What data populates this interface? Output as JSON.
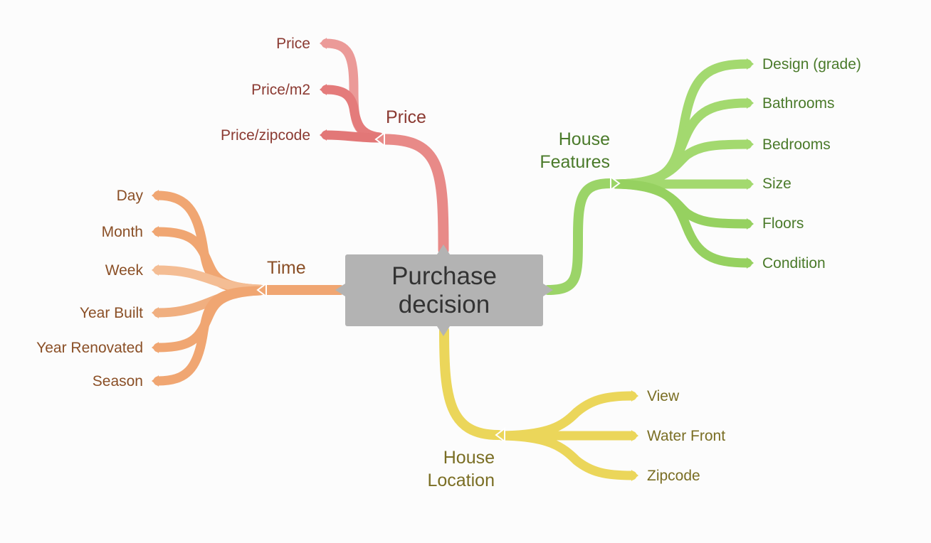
{
  "center": {
    "label_line1": "Purchase",
    "label_line2": "decision",
    "color": "#b3b3b3"
  },
  "branches": {
    "price": {
      "label": "Price",
      "color": "#e88a88",
      "text_color": "#8b3a32",
      "children": [
        "Price",
        "Price/m2",
        "Price/zipcode"
      ]
    },
    "time": {
      "label": "Time",
      "color": "#f0a672",
      "text_color": "#8a4f26",
      "children": [
        "Day",
        "Month",
        "Week",
        "Year Built",
        "Year Renovated",
        "Season"
      ]
    },
    "house_features": {
      "label_line1": "House",
      "label_line2": "Features",
      "color": "#9bd468",
      "text_color": "#4a7a2a",
      "children": [
        "Design (grade)",
        "Bathrooms",
        "Bedrooms",
        "Size",
        "Floors",
        "Condition"
      ]
    },
    "house_location": {
      "label_line1": "House",
      "label_line2": "Location",
      "color": "#ebd65a",
      "text_color": "#7a6e24",
      "children": [
        "View",
        "Water Front",
        "Zipcode"
      ]
    }
  }
}
